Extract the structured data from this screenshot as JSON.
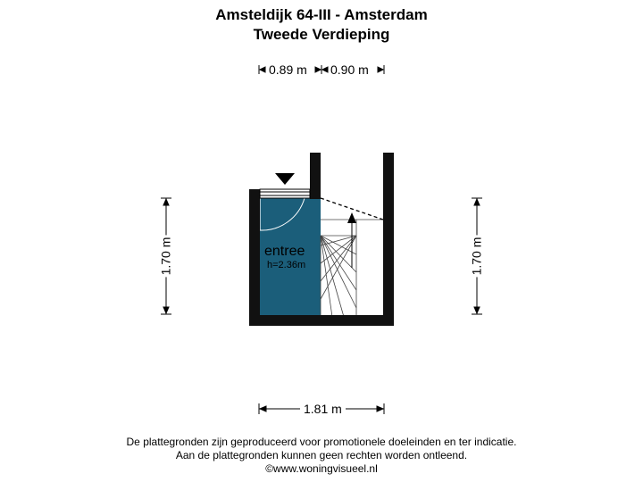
{
  "header": {
    "title": "Amsteldijk 64-III - Amsterdam",
    "subtitle": "Tweede Verdieping"
  },
  "dimensions": {
    "top_left": "0.89 m",
    "top_right": "0.90 m",
    "left": "1.70 m",
    "right": "1.70 m",
    "bottom": "1.81 m"
  },
  "room": {
    "name": "entree",
    "height": "h=2.36m",
    "color": "#1b5e7a"
  },
  "footer": {
    "line1": "De plattegronden zijn geproduceerd voor promotionele doeleinden en ter indicatie.",
    "line2": "Aan de plattegronden kunnen geen rechten worden ontleend.",
    "line3": "©www.woningvisueel.nl"
  }
}
